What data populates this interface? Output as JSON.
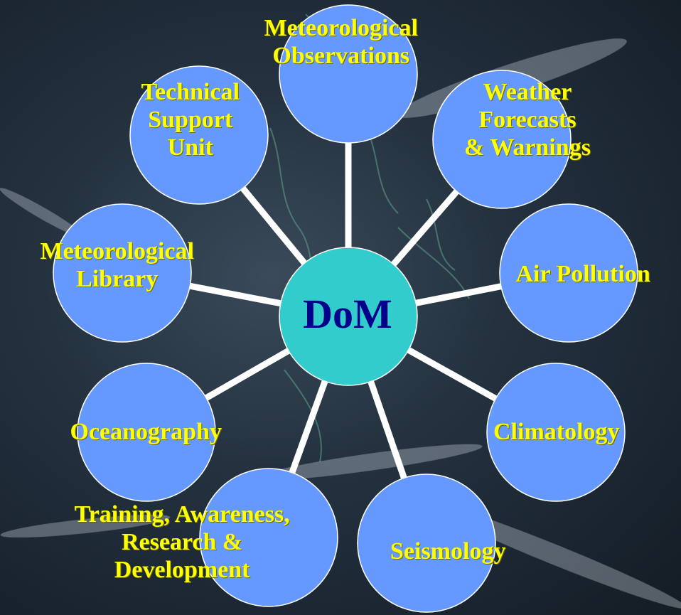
{
  "diagram": {
    "center": {
      "label": "DoM"
    },
    "nodes": [
      {
        "id": "meteorological-observations",
        "lines": [
          "Meteorological",
          "Observations"
        ]
      },
      {
        "id": "weather-forecasts",
        "lines": [
          "Weather",
          "Forecasts",
          "& Warnings"
        ]
      },
      {
        "id": "air-pollution",
        "lines": [
          "Air Pollution"
        ]
      },
      {
        "id": "climatology",
        "lines": [
          "Climatology"
        ]
      },
      {
        "id": "seismology",
        "lines": [
          "Seismology"
        ]
      },
      {
        "id": "training-research",
        "lines": [
          "Training, Awareness,",
          "Research &",
          "Development"
        ]
      },
      {
        "id": "oceanography",
        "lines": [
          "Oceanography"
        ]
      },
      {
        "id": "meteorological-library",
        "lines": [
          "Meteorological",
          "Library"
        ]
      },
      {
        "id": "technical-support",
        "lines": [
          "Technical",
          "Support",
          "Unit"
        ]
      }
    ]
  },
  "colors": {
    "node_fill": "#6699ff",
    "center_fill": "#33cccc",
    "connector": "#ffffff",
    "label": "#ffff00",
    "center_label": "#00008b"
  }
}
